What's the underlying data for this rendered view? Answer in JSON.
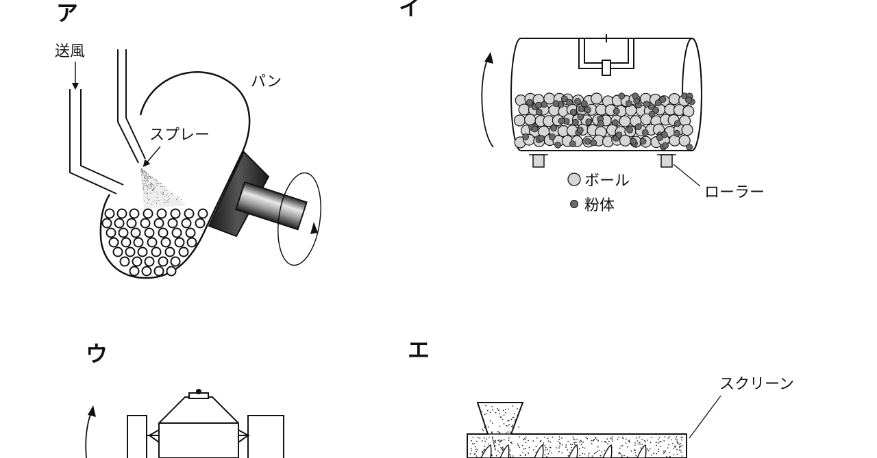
{
  "panels": {
    "a": {
      "letter": "ア",
      "labels": {
        "air": "送風",
        "pan": "パン",
        "spray": "スプレー"
      }
    },
    "i": {
      "letter": "イ",
      "labels": {
        "ball": "ボール",
        "powder": "粉体",
        "roller": "ローラー"
      }
    },
    "u": {
      "letter": "ウ"
    },
    "e": {
      "letter": "エ",
      "labels": {
        "screen": "スクリーン"
      }
    }
  },
  "colors": {
    "ink": "#111111",
    "ball_fill": "#d6d6d6",
    "powder_fill": "#6b6b6b",
    "metal_dark": "#3a3a3a"
  }
}
